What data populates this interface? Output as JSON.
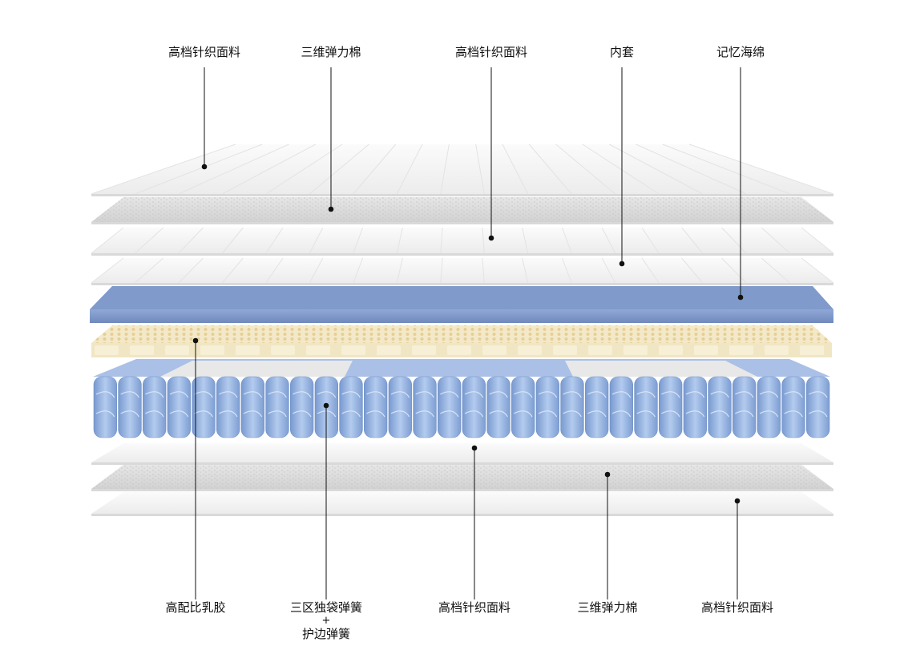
{
  "top_labels": [
    {
      "text": "高档针织面料"
    },
    {
      "text": "三维弹力棉"
    },
    {
      "text": "高档针织面料"
    },
    {
      "text": "内套"
    },
    {
      "text": "记忆海绵"
    }
  ],
  "bottom_labels": [
    {
      "text": "高配比乳胶"
    },
    {
      "line1": "三区独袋弹簧",
      "plus": "+",
      "line2": "护边弹簧"
    },
    {
      "text": "高档针织面料"
    },
    {
      "text": "三维弹力棉"
    },
    {
      "text": "高档针织面料"
    }
  ],
  "colors": {
    "memory_foam": "#7f9acb",
    "spring": "#8db0df",
    "latex": "#f3e9c9",
    "fabric": "#f4f4f4",
    "cotton": "#dcdcdc",
    "leader": "#111111"
  }
}
